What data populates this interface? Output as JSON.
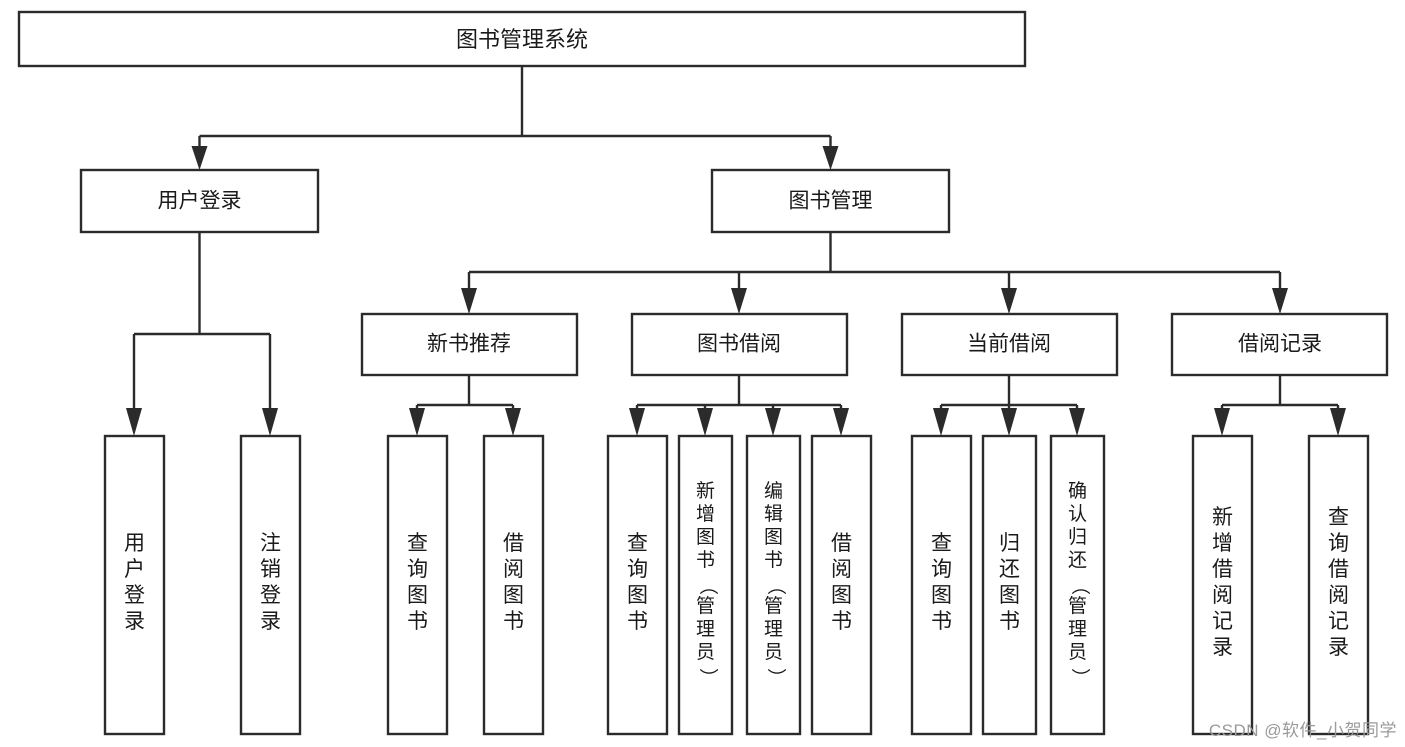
{
  "diagram": {
    "title": "图书管理系统",
    "type": "hierarchy-tree",
    "watermark": "CSDN @软件_小贺同学",
    "colors": {
      "stroke": "#2b2b2b",
      "fill": "#ffffff",
      "text": "#1a1a1a",
      "watermark": "#9a9a9a"
    },
    "root": {
      "label": "图书管理系统"
    },
    "level2": [
      {
        "id": "user-login",
        "label": "用户登录"
      },
      {
        "id": "book-manage",
        "label": "图书管理"
      }
    ],
    "level3": [
      {
        "id": "new-book-recommend",
        "label": "新书推荐"
      },
      {
        "id": "book-borrow",
        "label": "图书借阅"
      },
      {
        "id": "current-borrow",
        "label": "当前借阅"
      },
      {
        "id": "borrow-record",
        "label": "借阅记录"
      }
    ],
    "leaves": {
      "user-login": [
        {
          "id": "leaf-user-login",
          "label": "用户登录"
        },
        {
          "id": "leaf-logout",
          "label": "注销登录"
        }
      ],
      "new-book-recommend": [
        {
          "id": "leaf-query-book-1",
          "label": "查询图书"
        },
        {
          "id": "leaf-borrow-book-1",
          "label": "借阅图书"
        }
      ],
      "book-borrow": [
        {
          "id": "leaf-query-book-2",
          "label": "查询图书"
        },
        {
          "id": "leaf-add-book",
          "label": "新增图书（管理员）"
        },
        {
          "id": "leaf-edit-book",
          "label": "编辑图书（管理员）"
        },
        {
          "id": "leaf-borrow-book-2",
          "label": "借阅图书"
        }
      ],
      "current-borrow": [
        {
          "id": "leaf-query-book-3",
          "label": "查询图书"
        },
        {
          "id": "leaf-return-book",
          "label": "归还图书"
        },
        {
          "id": "leaf-confirm-return",
          "label": "确认归还（管理员）"
        }
      ],
      "borrow-record": [
        {
          "id": "leaf-add-record",
          "label": "新增借阅记录"
        },
        {
          "id": "leaf-query-record",
          "label": "查询借阅记录"
        }
      ]
    }
  }
}
